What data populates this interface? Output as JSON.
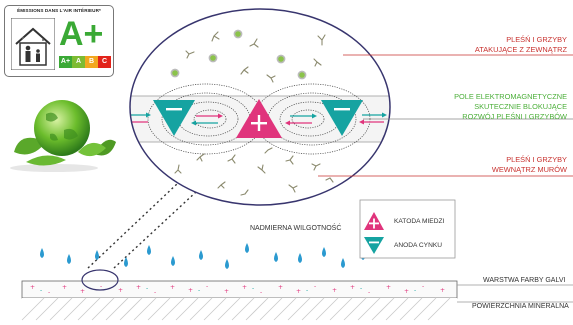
{
  "badge": {
    "title": "ÉMISSIONS DANS L'AIR INTÉRIEUR*",
    "grade": "A+",
    "scale": [
      {
        "label": "A+",
        "color": "#3aa935"
      },
      {
        "label": "A",
        "color": "#7dbb32"
      },
      {
        "label": "B",
        "color": "#f2a71f"
      },
      {
        "label": "C",
        "color": "#e2231a"
      }
    ]
  },
  "labels": {
    "outside_mold": [
      "PLEŚŃ I GRZYBY",
      "ATAKUJĄCE Z ZEWNĄTRZ"
    ],
    "em_field": [
      "POLE ELEKTROMAGNETYCZNE",
      "SKUTECZNIE BLOKUJĄCE",
      "ROZWÓJ  PLEŚNI I GRZYBÓW"
    ],
    "inside_mold": [
      "PLEŚŃ I GRZYBY",
      "WEWNĄTRZ MURÓW"
    ],
    "moisture": "NADMIERNA WILGOTNOŚĆ",
    "paint_layer": "WARSTWA FARBY GALVI",
    "mineral_surface": "POWIERZCHNIA MINERALNA"
  },
  "legend": {
    "cathode": "KATODA MIEDZI",
    "anode": "ANODA CYNKU"
  },
  "colors": {
    "cathode": "#e0347c",
    "anode": "#16a3a1",
    "droplet": "#2b9ad0",
    "label_red": "#c8322f",
    "label_green": "#4caf3a",
    "ellipse_stroke": "#38356e"
  },
  "icons": {
    "house": "house-family-icon",
    "globe": "green-globe-leaves-icon"
  }
}
